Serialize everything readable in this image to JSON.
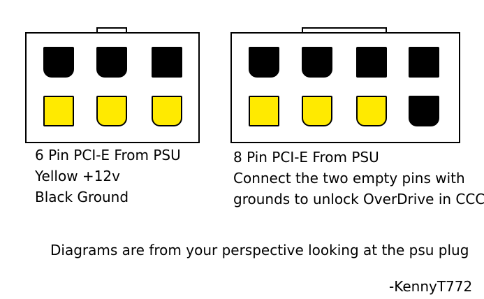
{
  "left_connector": {
    "pins": [
      {
        "color": "black",
        "shape": "rounded"
      },
      {
        "color": "black",
        "shape": "rounded"
      },
      {
        "color": "black",
        "shape": "square"
      },
      {
        "color": "yellow",
        "shape": "square"
      },
      {
        "color": "yellow",
        "shape": "rounded"
      },
      {
        "color": "yellow",
        "shape": "rounded"
      }
    ],
    "lines": [
      "6 Pin PCI-E From PSU",
      "Yellow +12v",
      "Black Ground"
    ]
  },
  "right_connector": {
    "pins": [
      {
        "color": "black",
        "shape": "rounded"
      },
      {
        "color": "black",
        "shape": "rounded"
      },
      {
        "color": "black",
        "shape": "square"
      },
      {
        "color": "black",
        "shape": "square"
      },
      {
        "color": "yellow",
        "shape": "square"
      },
      {
        "color": "yellow",
        "shape": "rounded"
      },
      {
        "color": "yellow",
        "shape": "rounded"
      },
      {
        "color": "black",
        "shape": "rounded"
      }
    ],
    "lines": [
      "8 Pin PCI-E From PSU",
      "Connect the two empty pins with",
      "grounds to unlock OverDrive in CCC"
    ]
  },
  "footer": {
    "note": "Diagrams are from your perspective looking at the psu plug",
    "signature": "-KennyT772"
  },
  "colors": {
    "yellow": "#ffea00",
    "black": "#000000"
  }
}
